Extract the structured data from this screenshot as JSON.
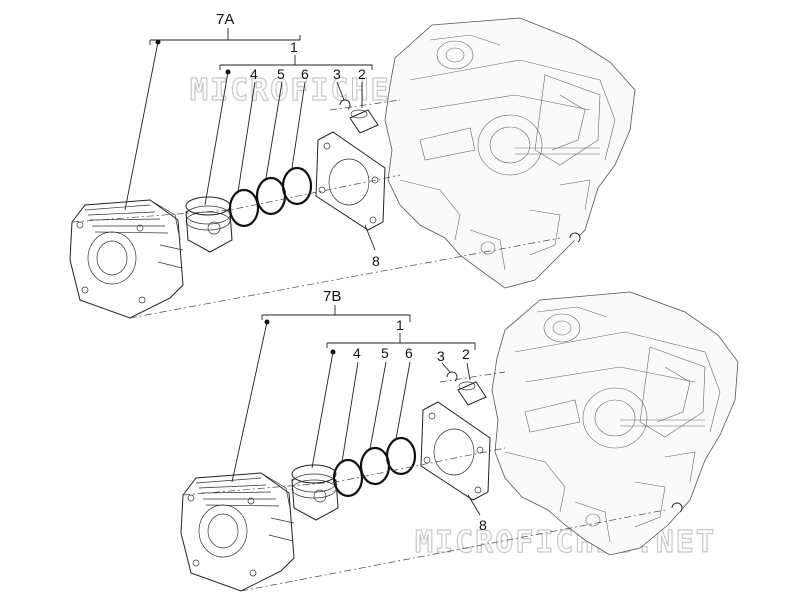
{
  "watermark": "MICROFICHES.NET",
  "top_group": {
    "kit_label": "7A",
    "sub_kit_label": "1",
    "callouts": [
      "4",
      "5",
      "6",
      "3",
      "2"
    ],
    "gasket_label": "8"
  },
  "bottom_group": {
    "kit_label": "7B",
    "sub_kit_label": "1",
    "callouts": [
      "4",
      "5",
      "6",
      "3",
      "2"
    ],
    "gasket_label": "8"
  }
}
